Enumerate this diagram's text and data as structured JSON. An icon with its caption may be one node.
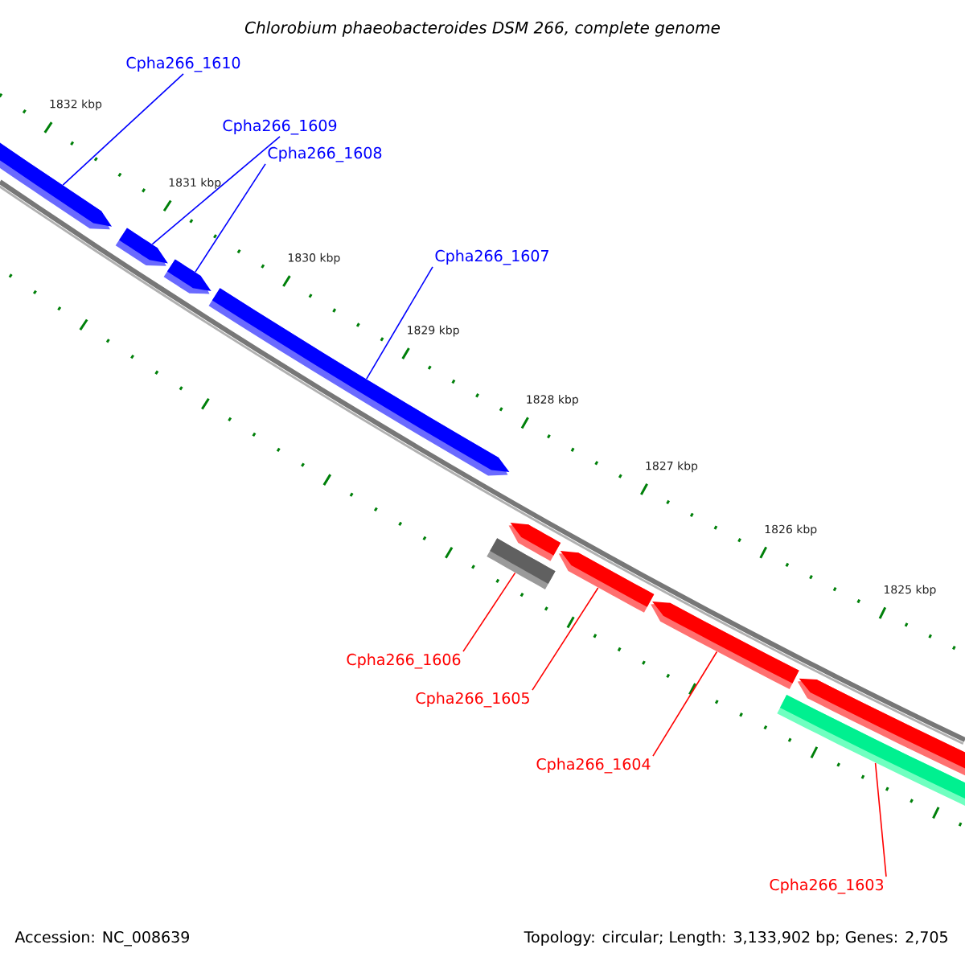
{
  "diagram": {
    "title": "Chlorobium phaeobacteroides DSM 266, complete genome",
    "nodes": [
      {
        "text": [
          "Cpha266_1610"
        ]
      },
      {
        "text": [
          "Cpha266_1609"
        ]
      },
      {
        "text": [
          "Cpha266_1608"
        ]
      },
      {
        "text": [
          "Cpha266_1607"
        ]
      },
      {
        "text": [
          "Cpha266_1606"
        ]
      },
      {
        "text": [
          "Cpha266_1605"
        ]
      },
      {
        "text": [
          "Cpha266_1604"
        ]
      },
      {
        "text": [
          "Cpha266_1603"
        ]
      },
      {
        "text": [],
        "shape": "bar"
      },
      {
        "text": [],
        "shape": "bar"
      },
      {
        "text": [],
        "shape": "bar"
      },
      {
        "text": [],
        "shape": "bar"
      },
      {
        "text": [],
        "shape": "bar"
      },
      {
        "text": [],
        "shape": "bar"
      },
      {
        "text": [],
        "shape": "bar"
      },
      {
        "text": [],
        "shape": "bar"
      },
      {
        "text": [],
        "shape": "bar"
      },
      {
        "text": [],
        "shape": "bar"
      }
    ],
    "edges": [
      {
        "from": 0,
        "to": 8,
        "arrow": "none",
        "color": "#0000ff"
      },
      {
        "from": 1,
        "to": 9,
        "arrow": "none",
        "color": "#0000ff"
      },
      {
        "from": 2,
        "to": 10,
        "arrow": "none",
        "color": "#0000ff"
      },
      {
        "from": 3,
        "to": 11,
        "arrow": "none",
        "color": "#0000ff"
      },
      {
        "from": 4,
        "to": 13,
        "arrow": "none",
        "color": "#ff0000"
      },
      {
        "from": 5,
        "to": 14,
        "arrow": "none",
        "color": "#ff0000"
      },
      {
        "from": 6,
        "to": 15,
        "arrow": "none",
        "color": "#ff0000"
      },
      {
        "from": 7,
        "to": 16,
        "arrow": "none",
        "color": "#ff0000"
      }
    ],
    "labels": [
      "1832 kbp",
      "1831 kbp",
      "1830 kbp",
      "1829 kbp",
      "1828 kbp",
      "1827 kbp",
      "1826 kbp",
      "1825 kbp",
      "Accession: NC_008639",
      "Topology: circular; Length: 3,133,902 bp; Genes: 2,705"
    ]
  }
}
